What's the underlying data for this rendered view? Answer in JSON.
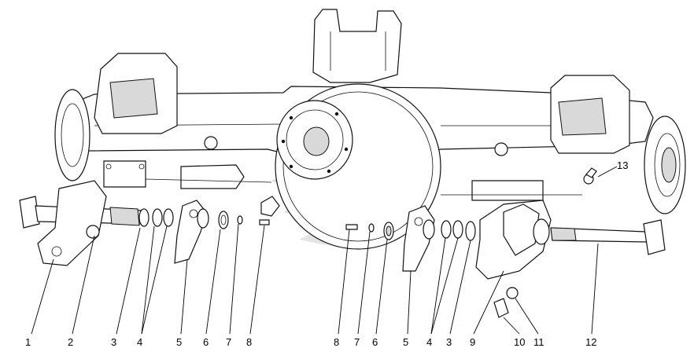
{
  "colors": {
    "line": "#111111",
    "watermark": "#b5b5b5",
    "background": "#ffffff"
  },
  "callouts": [
    {
      "id": "c1",
      "label": "1"
    },
    {
      "id": "c2",
      "label": "2"
    },
    {
      "id": "c3a",
      "label": "3"
    },
    {
      "id": "c4a",
      "label": "4"
    },
    {
      "id": "c5a",
      "label": "5"
    },
    {
      "id": "c6a",
      "label": "6"
    },
    {
      "id": "c7a",
      "label": "7"
    },
    {
      "id": "c8a",
      "label": "8"
    },
    {
      "id": "c8b",
      "label": "8"
    },
    {
      "id": "c7b",
      "label": "7"
    },
    {
      "id": "c6b",
      "label": "6"
    },
    {
      "id": "c5b",
      "label": "5"
    },
    {
      "id": "c4b",
      "label": "4"
    },
    {
      "id": "c3b",
      "label": "3"
    },
    {
      "id": "c9",
      "label": "9"
    },
    {
      "id": "c10",
      "label": "10"
    },
    {
      "id": "c11",
      "label": "11"
    },
    {
      "id": "c12",
      "label": "12"
    },
    {
      "id": "c13",
      "label": "13"
    }
  ]
}
